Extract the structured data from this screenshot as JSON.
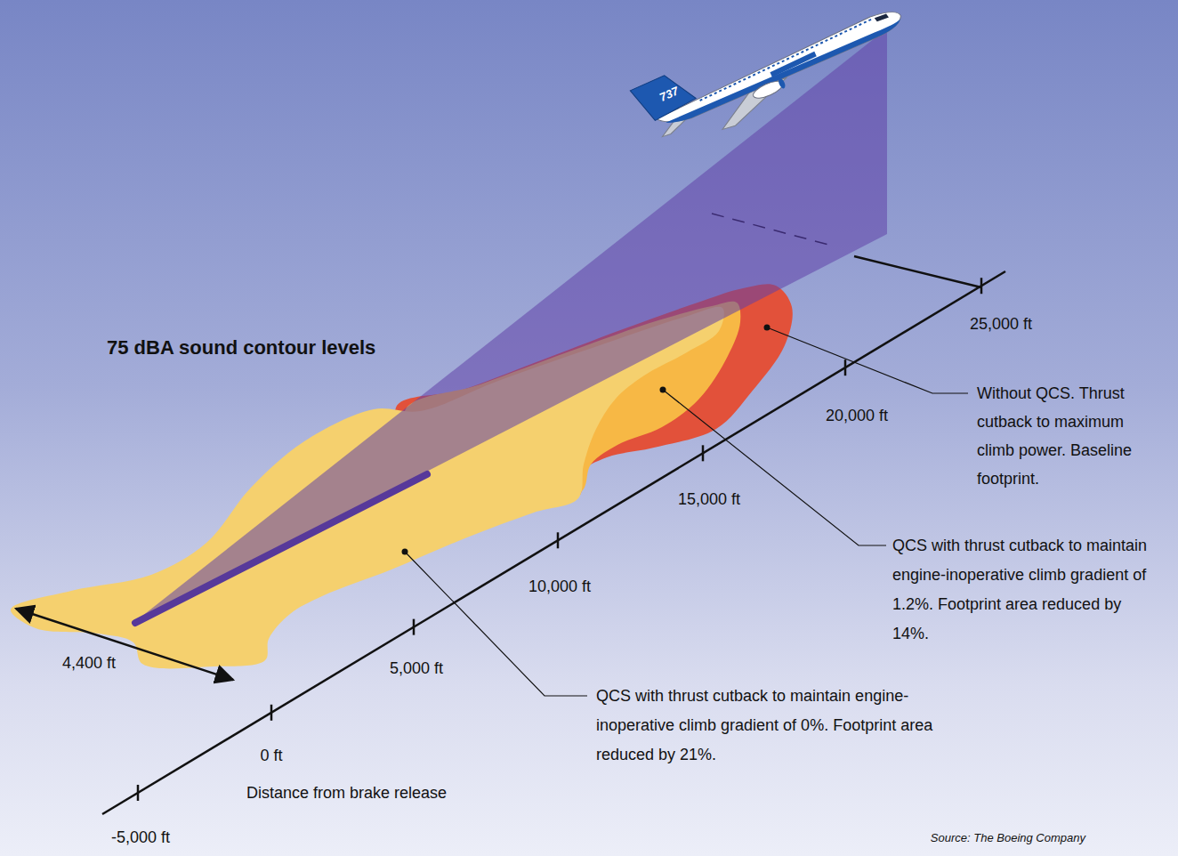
{
  "diagram": {
    "title": "75 dBA sound contour levels",
    "labels": [
      "737",
      "25,000 ft",
      "20,000 ft",
      "15,000 ft",
      "10,000 ft",
      "5,000 ft",
      "0 ft",
      "-5,000 ft",
      "Distance from brake release",
      "4,400 ft",
      "Without QCS. Thrust cutback to maximum climb power. Baseline footprint.",
      "QCS with thrust cutback to maintain engine-inoperative climb gradient of 1.2%. Footprint area reduced by 14%.",
      "QCS with thrust cutback to maintain engine-inoperative climb gradient of 0%. Footprint area reduced by 21%.",
      "Source: The Boeing Company"
    ]
  }
}
